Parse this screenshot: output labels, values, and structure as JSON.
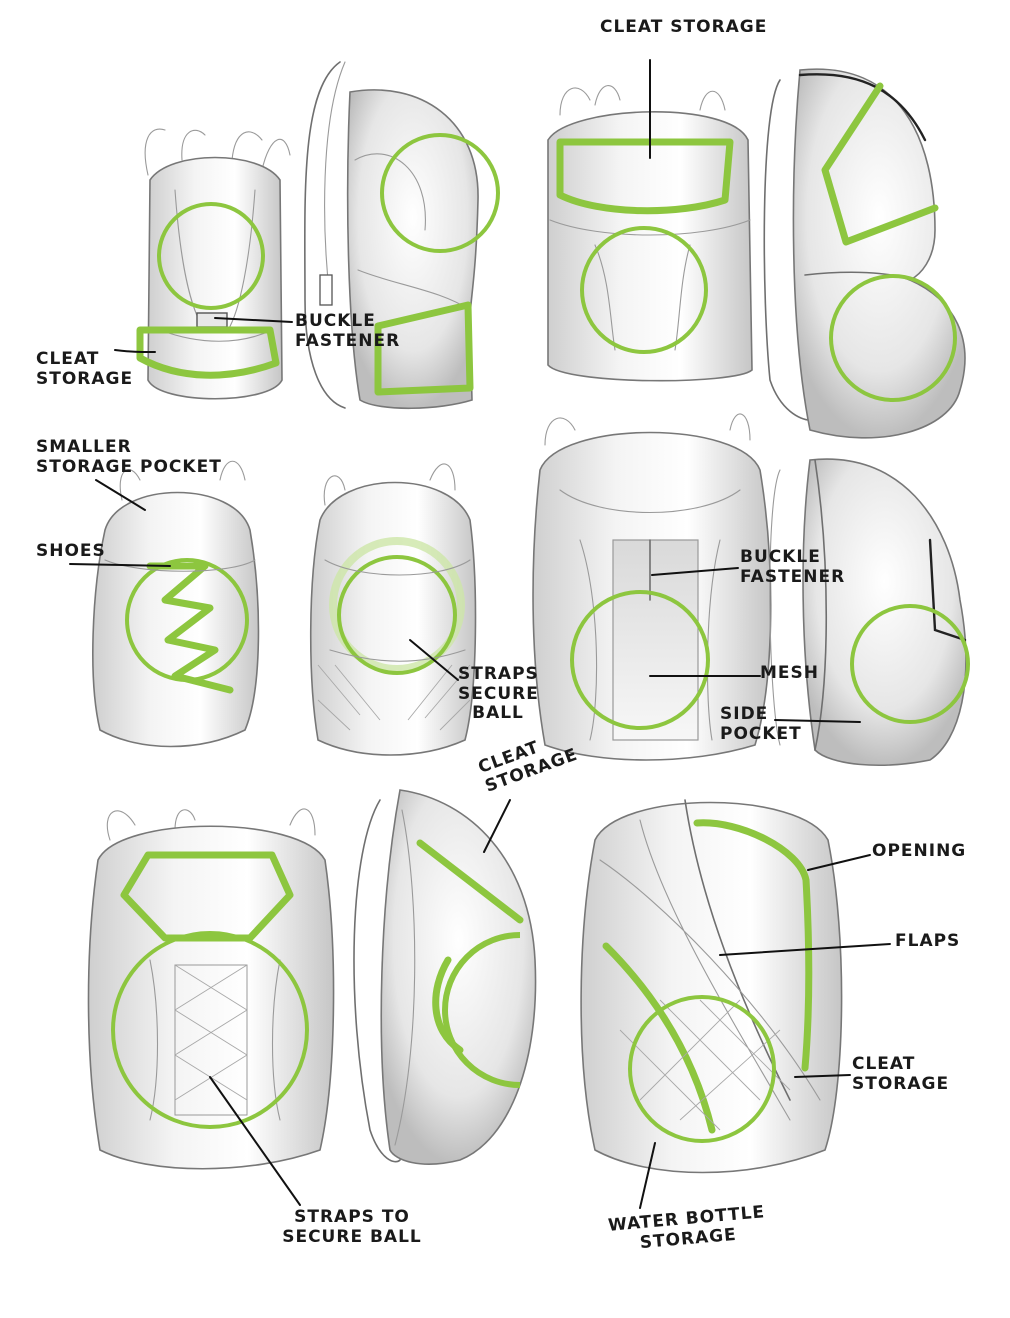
{
  "accent_color": "#8dc63f",
  "labels": {
    "cleat_storage_top": "CLEAT STORAGE",
    "buckle_fastener_top": "BUCKLE FASTENER",
    "cleat_storage_left": "CLEAT STORAGE",
    "smaller_storage_pocket": "SMALLER STORAGE POCKET",
    "shoes": "SHOES",
    "straps_secure_ball": "STRAPS SECURE BALL",
    "buckle_fastener_mid": "BUCKLE FASTENER",
    "mesh": "MESH",
    "side_pocket": "SIDE POCKET",
    "cleat_storage_bottom": "CLEAT STORAGE",
    "opening": "OPENING",
    "flaps": "FLAPS",
    "cleat_storage_right": "CLEAT STORAGE",
    "straps_to_secure_ball": "STRAPS TO SECURE BALL",
    "water_bottle_storage": "WATER BOTTLE STORAGE"
  }
}
